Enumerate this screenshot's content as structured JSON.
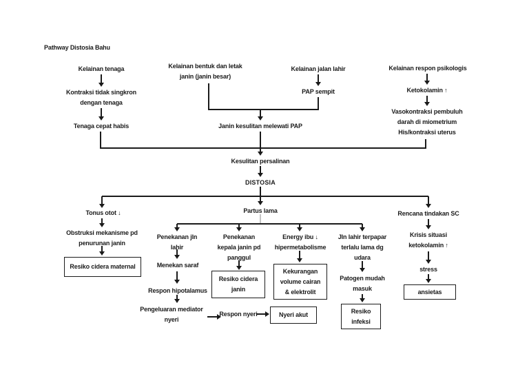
{
  "title": "Pathway Distosia Bahu",
  "colors": {
    "text": "#1a1a1a",
    "line": "#1a1a1a",
    "light_line": "#c4c4c4",
    "background": "#ffffff"
  },
  "nodes": {
    "kelainan_tenaga": "Kelainan tenaga",
    "kontraksi_tidak_singkron": "Kontraksi tidak singkron\ndengan tenaga",
    "tenaga_cepat_habis": "Tenaga cepat habis",
    "kelainan_bentuk_letak": "Kelainan bentuk dan letak\njanin (janin besar)",
    "kelainan_jalan_lahir": "Kelainan jalan lahir",
    "pap_sempit": "PAP sempit",
    "kelainan_respon_psikologis": "Kelainan respon psikologis",
    "ketokolamin_naik": "Ketokolamin ↑",
    "vasokontraksi": "Vasokontraksi pembuluh\ndarah di miometrium\nHis/kontraksi uterus",
    "janin_kesulitan_pap": "Janin kesulitan melewati PAP",
    "kesulitan_persalinan": "Kesulitan persalinan",
    "distosia": "DISTOSIA",
    "partus_lama": "Partus lama",
    "tonus_otot_turun": "Tonus otot ↓",
    "obstruksi_mekanisme": "Obstruksi mekanisme pd\npenurunan janin",
    "resiko_cidera_maternal": "Resiko cidera maternal",
    "rencana_tindakan_sc": "Rencana tindakan SC",
    "krisis_situasi": "Krisis situasi\nketokolamin ↑",
    "stress": "stress",
    "ansietas": "ansietas",
    "penekanan_jln_lahir": "Penekanan jln\nlahir",
    "menekan_saraf": "Menekan saraf",
    "respon_hipotalamus": "Respon hipotalamus",
    "pengeluaran_mediator": "Pengeluaran mediator\nnyeri",
    "respon_nyeri": "Respon nyeri",
    "nyeri_akut": "Nyeri akut",
    "penekanan_kepala": "Penekanan\nkepala janin pd\npanggul",
    "resiko_cidera_janin": "Resiko cidera\njanin",
    "energy_ibu": "Energy ibu ↓\nhipermetabolisme",
    "kekurangan_volume": "Kekurangan\nvolume cairan\n& elektrolit",
    "jln_lahir_terpapar": "Jln lahir terpapar\nterlalu lama dg\nudara",
    "patogen_mudah_masuk": "Patogen mudah\nmasuk",
    "resiko_infeksi": "Resiko\ninfeksi"
  }
}
